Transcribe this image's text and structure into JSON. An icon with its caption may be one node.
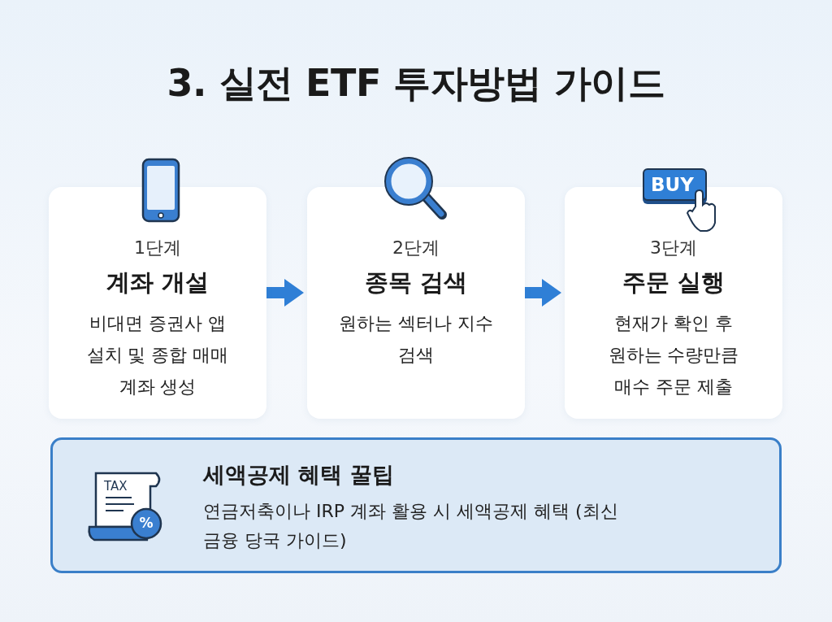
{
  "diagram": {
    "title": "3. 실전 ETF 투자방법 가이드",
    "nodes": [
      {
        "text": [
          "1단계",
          "계좌 개설",
          "비대면 증권사 앱 설치 및 종합 매매 계좌 생성"
        ]
      },
      {
        "text": [
          "2단계",
          "종목 검색",
          "원하는 섹터나 지수 검색"
        ]
      },
      {
        "text": [
          "3단계",
          "주문 실행",
          "현재가 확인 후 원하는 수량만큼 매수 주문 제출"
        ]
      },
      {
        "text": [
          "세액공제 혜택 꿀팁",
          "연금저축이나 IRP 계좌 활용 시 세액공제 혜택 (최신 금융 당국 가이드)"
        ]
      }
    ],
    "edges": [
      {
        "from": 0,
        "to": 1,
        "arrow": "to"
      },
      {
        "from": 1,
        "to": 2,
        "arrow": "to"
      }
    ],
    "labels": [
      "BUY",
      "TAX",
      "%"
    ]
  }
}
